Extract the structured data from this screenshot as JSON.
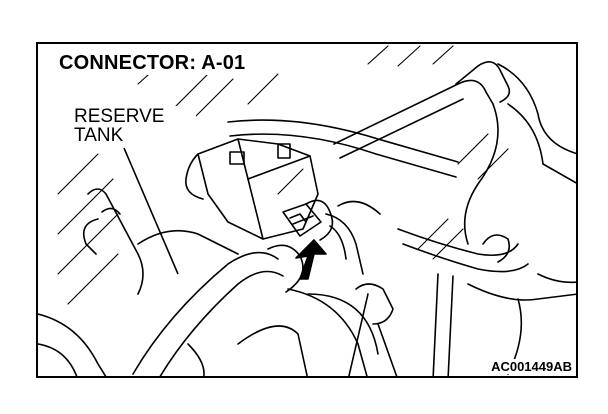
{
  "diagram": {
    "title": "CONNECTOR: A-01",
    "component_label_line1": "RESERVE",
    "component_label_line2": "TANK",
    "figure_code": "AC001449AB"
  },
  "colors": {
    "line": "#000000",
    "background": "#ffffff"
  }
}
